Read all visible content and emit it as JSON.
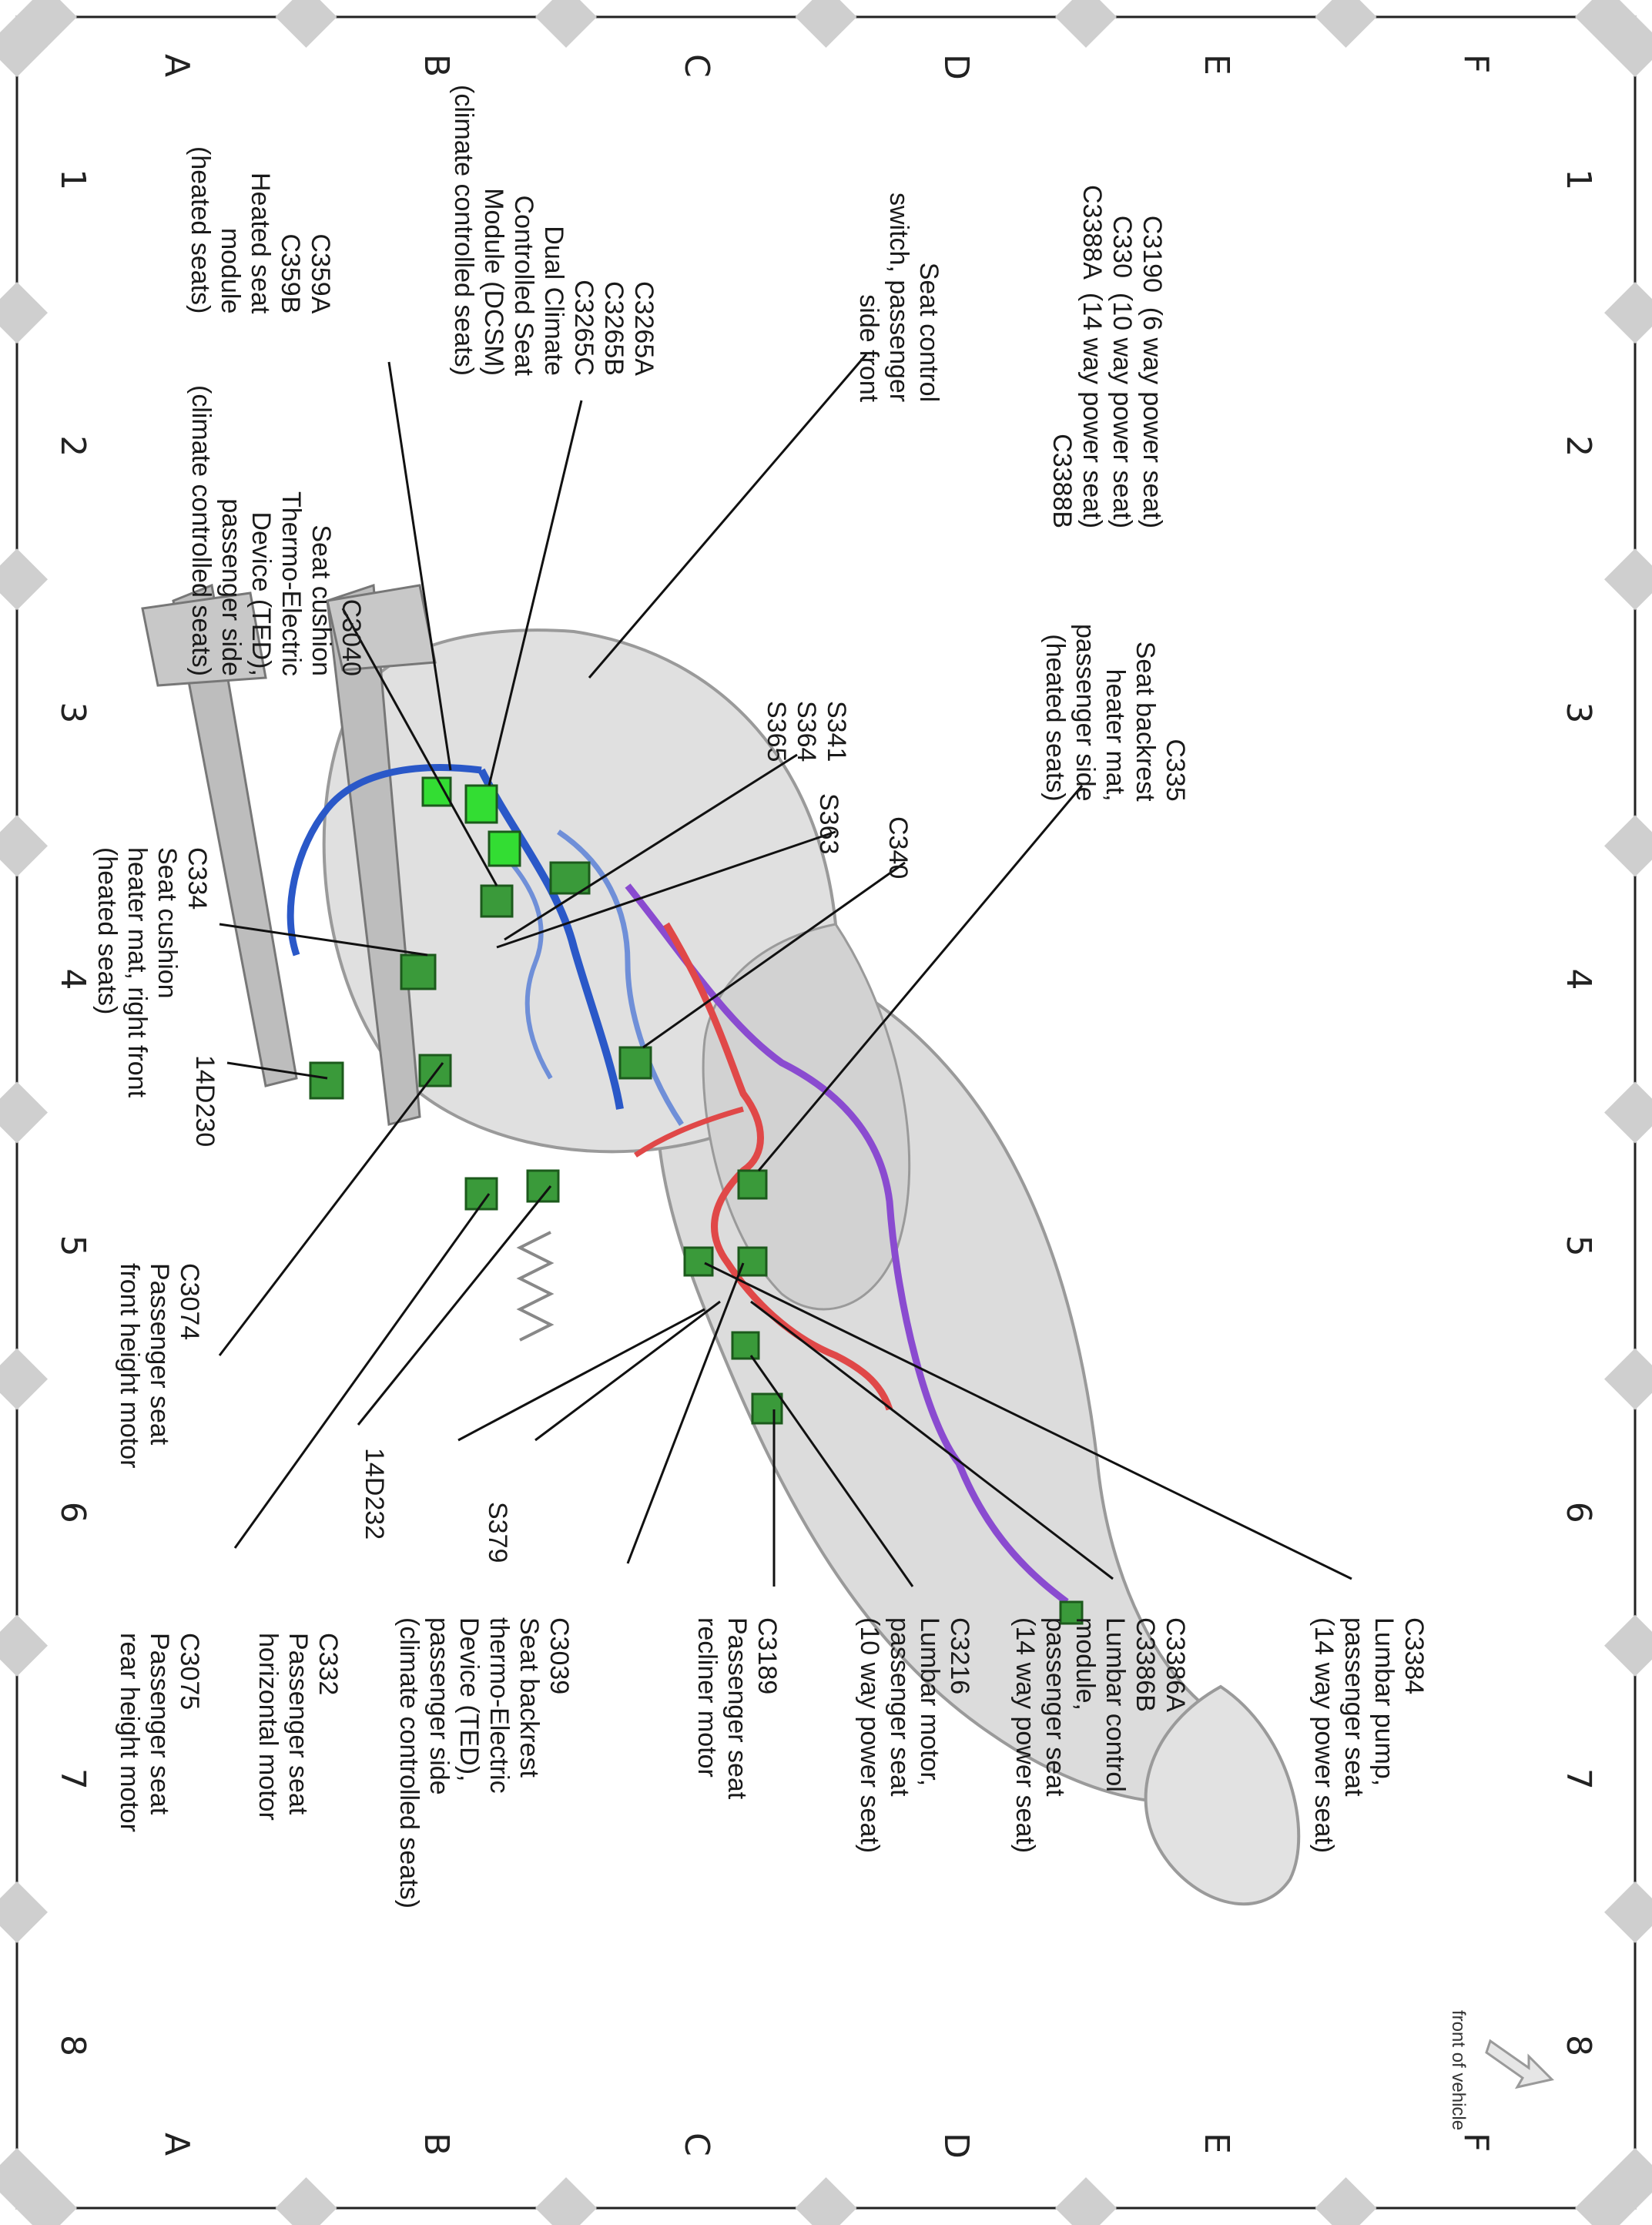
{
  "grid": {
    "columns": [
      "1",
      "2",
      "3",
      "4",
      "5",
      "6",
      "7",
      "8"
    ],
    "rows": [
      "A",
      "B",
      "C",
      "D",
      "E",
      "F"
    ]
  },
  "orientation": {
    "label": "front of vehicle"
  },
  "callouts": [
    {
      "id": "c3190",
      "text": "C3190  (6 way power seat)\nC330  (10 way power seat)\nC3388A  (14 way power seat)\nC3388B"
    },
    {
      "id": "seat-control",
      "text": "Seat control\nswitch, passenger\nside front"
    },
    {
      "id": "c3265",
      "text": "C3265A\nC3265B\nC3265C\nDual Climate\nControlled Seat\nModule (DCSM)\n(climate controlled seats)"
    },
    {
      "id": "c359",
      "text": "C359A\nC359B\nHeated seat\nmodule\n(heated seats)"
    },
    {
      "id": "c3040",
      "text": "C3040\nSeat cushion\nThermo-Electric\nDevice (TED),\npassenger side\n(climate controlled seats)"
    },
    {
      "id": "c335",
      "text": "C335\nSeat backrest\nheater mat,\npassenger side\n(heated seats)"
    },
    {
      "id": "s341",
      "text": "S341\nS364\nS365"
    },
    {
      "id": "s363",
      "text": "S363"
    },
    {
      "id": "c340",
      "text": "C340"
    },
    {
      "id": "c334",
      "text": "C334\nSeat cushion\nheater mat, right front\n(heated seats)"
    },
    {
      "id": "14d230",
      "text": "14D230"
    },
    {
      "id": "c3074",
      "text": "C3074\nPassenger seat\nfront height motor"
    },
    {
      "id": "c3075",
      "text": "C3075\nPassenger seat\nrear height motor"
    },
    {
      "id": "c332",
      "text": "C332\nPassenger seat\nhorizontal motor"
    },
    {
      "id": "14d232",
      "text": "14D232"
    },
    {
      "id": "s379",
      "text": "S379"
    },
    {
      "id": "c3039",
      "text": "C3039\nSeat backrest\nthermo-Electric\nDevice (TED),\npassenger side\n(climate controlled seats)"
    },
    {
      "id": "c3189",
      "text": "C3189\nPassenger seat\nrecliner motor"
    },
    {
      "id": "c3216",
      "text": "C3216\nLumbar motor,\npassenger seat\n(10 way power seat)"
    },
    {
      "id": "c3386",
      "text": "C3386A\nC3386B\nLumbar control\nmodule,\npassenger seat\n(14 way power seat)"
    },
    {
      "id": "c3384",
      "text": "C3384\nLumbar pump,\npassenger seat\n(14 way power seat)"
    }
  ],
  "colors": {
    "harness_blue": "#2a58c8",
    "harness_light_blue": "#6f8fd8",
    "harness_red": "#e04848",
    "harness_purple": "#8a4bd0",
    "connector_green": "#3a9a3a",
    "connector_bright_green": "#33dd33",
    "seat_gray": "#d9d9d9",
    "border_diamond": "#cfcfcf"
  }
}
